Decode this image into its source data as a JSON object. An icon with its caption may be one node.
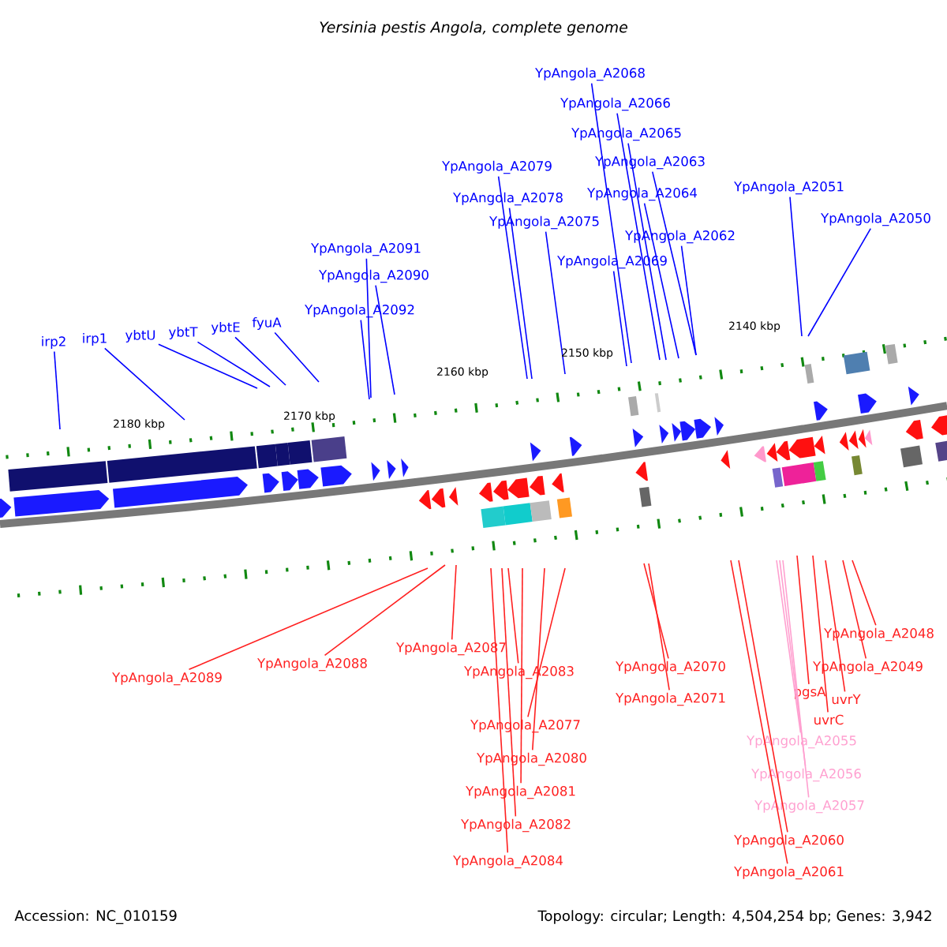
{
  "diagram": {
    "title": "Yersinia pestis Angola, complete genome",
    "nodes": [
      {
        "text": [
          "YpAngola_A2068"
        ]
      },
      {
        "text": [
          "YpAngola_A2066"
        ]
      },
      {
        "text": [
          "YpAngola_A2065"
        ]
      },
      {
        "text": [
          "YpAngola_A2079"
        ]
      },
      {
        "text": [
          "YpAngola_A2063"
        ]
      },
      {
        "text": [
          "YpAngola_A2078"
        ]
      },
      {
        "text": [
          "YpAngola_A2064"
        ]
      },
      {
        "text": [
          "YpAngola_A2051"
        ]
      },
      {
        "text": [
          "YpAngola_A2050"
        ]
      },
      {
        "text": [
          "YpAngola_A2075"
        ]
      },
      {
        "text": [
          "YpAngola_A2062"
        ]
      },
      {
        "text": [
          "YpAngola_A2091"
        ]
      },
      {
        "text": [
          "YpAngola_A2069"
        ]
      },
      {
        "text": [
          "YpAngola_A2090"
        ]
      },
      {
        "text": [
          "YpAngola_A2092"
        ]
      },
      {
        "text": [
          "fyuA"
        ]
      },
      {
        "text": [
          "ybtE"
        ]
      },
      {
        "text": [
          "ybtT"
        ]
      },
      {
        "text": [
          "ybtU"
        ]
      },
      {
        "text": [
          "irp1"
        ]
      },
      {
        "text": [
          "irp2"
        ]
      },
      {
        "text": [
          "YpAngola_A2048"
        ]
      },
      {
        "text": [
          "YpAngola_A2087"
        ]
      },
      {
        "text": [
          "YpAngola_A2088"
        ]
      },
      {
        "text": [
          "YpAngola_A2070"
        ]
      },
      {
        "text": [
          "YpAngola_A2049"
        ]
      },
      {
        "text": [
          "YpAngola_A2083"
        ]
      },
      {
        "text": [
          "YpAngola_A2089"
        ]
      },
      {
        "text": [
          "pgsA"
        ]
      },
      {
        "text": [
          "uvrY"
        ]
      },
      {
        "text": [
          "YpAngola_A2071"
        ]
      },
      {
        "text": [
          "uvrC"
        ]
      },
      {
        "text": [
          "YpAngola_A2077"
        ]
      },
      {
        "text": [
          "YpAngola_A2055"
        ]
      },
      {
        "text": [
          "YpAngola_A2080"
        ]
      },
      {
        "text": [
          "YpAngola_A2056"
        ]
      },
      {
        "text": [
          "YpAngola_A2081"
        ]
      },
      {
        "text": [
          "YpAngola_A2057"
        ]
      },
      {
        "text": [
          "YpAngola_A2082"
        ]
      },
      {
        "text": [
          "YpAngola_A2060"
        ]
      },
      {
        "text": [
          "YpAngola_A2084"
        ]
      },
      {
        "text": [
          "YpAngola_A2061"
        ]
      }
    ],
    "edges": [
      {
        "from": 0,
        "to": null,
        "arrow": "none",
        "color": "#0000ff"
      },
      {
        "from": 1,
        "to": null,
        "arrow": "none",
        "color": "#0000ff"
      },
      {
        "from": 2,
        "to": null,
        "arrow": "none",
        "color": "#0000ff"
      },
      {
        "from": 3,
        "to": null,
        "arrow": "none",
        "color": "#0000ff"
      },
      {
        "from": 4,
        "to": null,
        "arrow": "none",
        "color": "#0000ff"
      },
      {
        "from": 5,
        "to": null,
        "arrow": "none",
        "color": "#0000ff"
      },
      {
        "from": 6,
        "to": null,
        "arrow": "none",
        "color": "#0000ff"
      },
      {
        "from": 7,
        "to": null,
        "arrow": "none",
        "color": "#0000ff"
      },
      {
        "from": 8,
        "to": null,
        "arrow": "none",
        "color": "#0000ff"
      },
      {
        "from": 9,
        "to": null,
        "arrow": "none",
        "color": "#0000ff"
      },
      {
        "from": 10,
        "to": null,
        "arrow": "none",
        "color": "#0000ff"
      },
      {
        "from": 11,
        "to": null,
        "arrow": "none",
        "color": "#0000ff"
      },
      {
        "from": 12,
        "to": null,
        "arrow": "none",
        "color": "#0000ff"
      },
      {
        "from": 13,
        "to": null,
        "arrow": "none",
        "color": "#0000ff"
      },
      {
        "from": 14,
        "to": null,
        "arrow": "none",
        "color": "#0000ff"
      },
      {
        "from": 15,
        "to": null,
        "arrow": "none",
        "color": "#0000ff"
      },
      {
        "from": 16,
        "to": null,
        "arrow": "none",
        "color": "#0000ff"
      },
      {
        "from": 17,
        "to": null,
        "arrow": "none",
        "color": "#0000ff"
      },
      {
        "from": 18,
        "to": null,
        "arrow": "none",
        "color": "#0000ff"
      },
      {
        "from": 19,
        "to": null,
        "arrow": "none",
        "color": "#0000ff"
      },
      {
        "from": 20,
        "to": null,
        "arrow": "none",
        "color": "#0000ff"
      },
      {
        "from": 21,
        "to": null,
        "arrow": "none",
        "color": "#ff2020"
      },
      {
        "from": 22,
        "to": null,
        "arrow": "none",
        "color": "#ff2020"
      },
      {
        "from": 23,
        "to": null,
        "arrow": "none",
        "color": "#ff2020"
      },
      {
        "from": 24,
        "to": null,
        "arrow": "none",
        "color": "#ff2020"
      },
      {
        "from": 25,
        "to": null,
        "arrow": "none",
        "color": "#ff2020"
      },
      {
        "from": 26,
        "to": null,
        "arrow": "none",
        "color": "#ff2020"
      },
      {
        "from": 27,
        "to": null,
        "arrow": "none",
        "color": "#ff2020"
      },
      {
        "from": 28,
        "to": null,
        "arrow": "none",
        "color": "#ff2020"
      },
      {
        "from": 29,
        "to": null,
        "arrow": "none",
        "color": "#ff2020"
      },
      {
        "from": 30,
        "to": null,
        "arrow": "none",
        "color": "#ff2020"
      },
      {
        "from": 31,
        "to": null,
        "arrow": "none",
        "color": "#ff2020"
      },
      {
        "from": 32,
        "to": null,
        "arrow": "none",
        "color": "#ff2020"
      },
      {
        "from": 33,
        "to": null,
        "arrow": "none",
        "color": "#ffa0d0"
      },
      {
        "from": 34,
        "to": null,
        "arrow": "none",
        "color": "#ff2020"
      },
      {
        "from": 35,
        "to": null,
        "arrow": "none",
        "color": "#ffa0d0"
      },
      {
        "from": 36,
        "to": null,
        "arrow": "none",
        "color": "#ff2020"
      },
      {
        "from": 37,
        "to": null,
        "arrow": "none",
        "color": "#ffa0d0"
      },
      {
        "from": 38,
        "to": null,
        "arrow": "none",
        "color": "#ff2020"
      },
      {
        "from": 39,
        "to": null,
        "arrow": "none",
        "color": "#ff2020"
      },
      {
        "from": 40,
        "to": null,
        "arrow": "none",
        "color": "#ff2020"
      },
      {
        "from": 41,
        "to": null,
        "arrow": "none",
        "color": "#ff2020"
      }
    ],
    "labels": [
      "2140 kbp",
      "2150 kbp",
      "2160 kbp",
      "2170 kbp",
      "2180 kbp",
      "Accession: NC_010159",
      "Topology: circular; Length: 4,504,254 bp; Genes: 3,942"
    ]
  }
}
